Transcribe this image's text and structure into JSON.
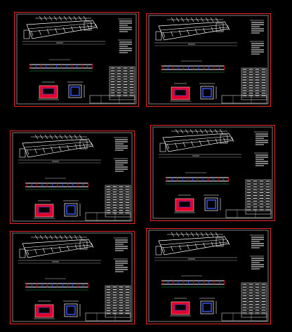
{
  "title": "",
  "sheets": [
    {
      "id": "s1"
    },
    {
      "id": "s2"
    },
    {
      "id": "s3"
    },
    {
      "id": "s4"
    },
    {
      "id": "s5"
    },
    {
      "id": "s6"
    }
  ],
  "colors": {
    "background": "#000000",
    "frame": "#ff2a2a",
    "linework": "#ffffff",
    "accent_blue": "#3a5cff",
    "accent_red": "#e0002a",
    "dim_green": "#2fd05a"
  },
  "table": {
    "rows": 12,
    "cols": 4
  },
  "notes_blocks": 2
}
